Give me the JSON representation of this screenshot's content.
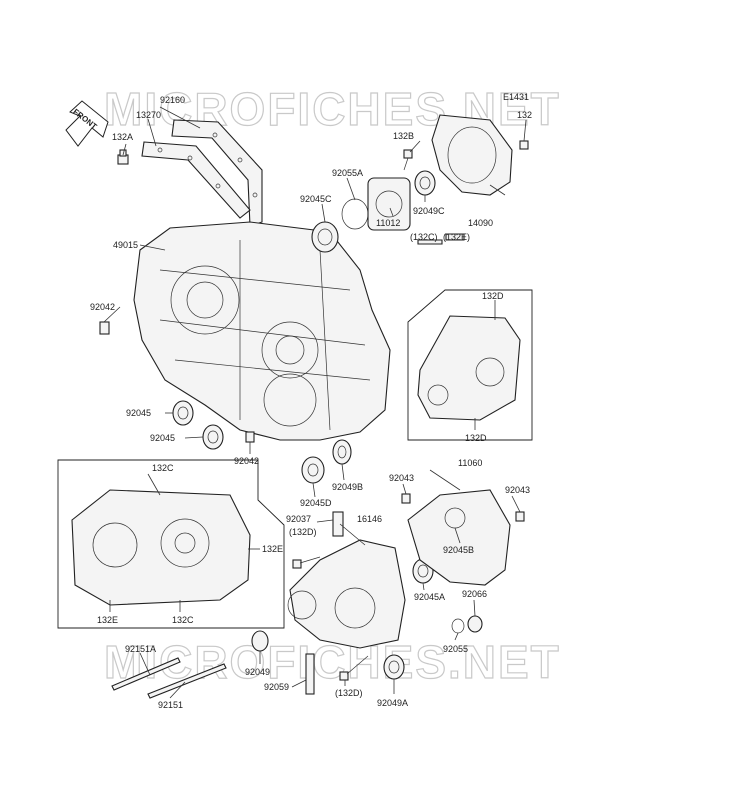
{
  "diagram_code": "E1431",
  "front_arrow": "FRONT",
  "watermark": "MICROFICHES.NET",
  "labels": {
    "p92160": "92160",
    "p13270": "13270",
    "p132A": "132A",
    "p132_top": "132",
    "p132B": "132B",
    "p92055A": "92055A",
    "p92045C": "92045C",
    "p92049C": "92049C",
    "p11012": "11012",
    "p132C_a": "(132C)",
    "p132E_a": "(132E)",
    "p14090": "14090",
    "p49015": "49015",
    "p92042_a": "92042",
    "p132D_a": "132D",
    "p132D_b": "132D",
    "p92045_a": "92045",
    "p92045_b": "92045",
    "p92042_b": "92042",
    "p92049B": "92049B",
    "p92045D": "92045D",
    "p92043_a": "92043",
    "p11060": "11060",
    "p92043_b": "92043",
    "p132C_b": "132C",
    "p92037": "92037",
    "p132D_c": "(132D)",
    "p16146": "16146",
    "p92045B": "92045B",
    "p132E_b": "132E",
    "p92045A": "92045A",
    "p92066": "92066",
    "p132E_c": "132E",
    "p132C_c": "132C",
    "p92055": "92055",
    "p92151A": "92151A",
    "p92049": "92049",
    "p92059": "92059",
    "p132D_d": "(132D)",
    "p92049A": "92049A",
    "p92151": "92151"
  }
}
